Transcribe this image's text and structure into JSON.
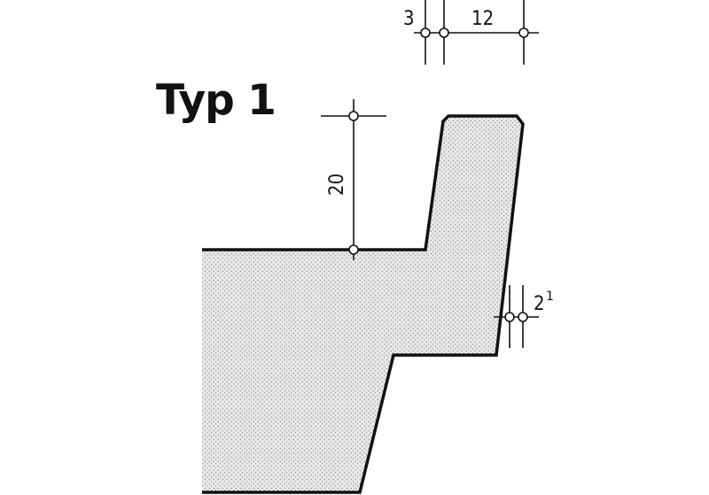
{
  "title": "Typ 1",
  "dimensions": {
    "top_small": "3",
    "top_large": "12",
    "height": "20",
    "right_a": "2",
    "right_b": "1"
  },
  "colors": {
    "line": "#111111",
    "fill": "#e6e6e6",
    "stipple": "#555555"
  }
}
